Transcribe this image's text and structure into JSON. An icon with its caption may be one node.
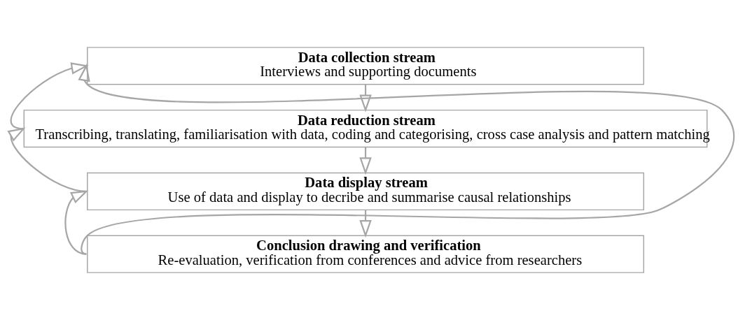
{
  "diagram": {
    "nodes": [
      {
        "text": [
          "Data collection stream",
          "Interviews and supporting documents"
        ]
      },
      {
        "text": [
          "Data reduction stream",
          "Transcribing, translating, familiarisation with data, coding and categorising, cross case analysis and pattern matching"
        ]
      },
      {
        "text": [
          "Data display stream",
          "Use of data and display to decribe and summarise causal relationships"
        ]
      },
      {
        "text": [
          "Conclusion drawing and verification",
          "Re-evaluation, verification from conferences and advice from researchers"
        ]
      }
    ],
    "edges": [
      {
        "from": 0,
        "to": 1,
        "arrow": "to"
      },
      {
        "from": 1,
        "to": 2,
        "arrow": "to"
      },
      {
        "from": 2,
        "to": 3,
        "arrow": "to"
      },
      {
        "from": 1,
        "to": 0,
        "arrow": "to"
      },
      {
        "from": 2,
        "to": 1,
        "arrow": "to"
      },
      {
        "from": 3,
        "to": 2,
        "arrow": "to"
      },
      {
        "from": 3,
        "to": 0,
        "arrow": "to"
      }
    ]
  }
}
